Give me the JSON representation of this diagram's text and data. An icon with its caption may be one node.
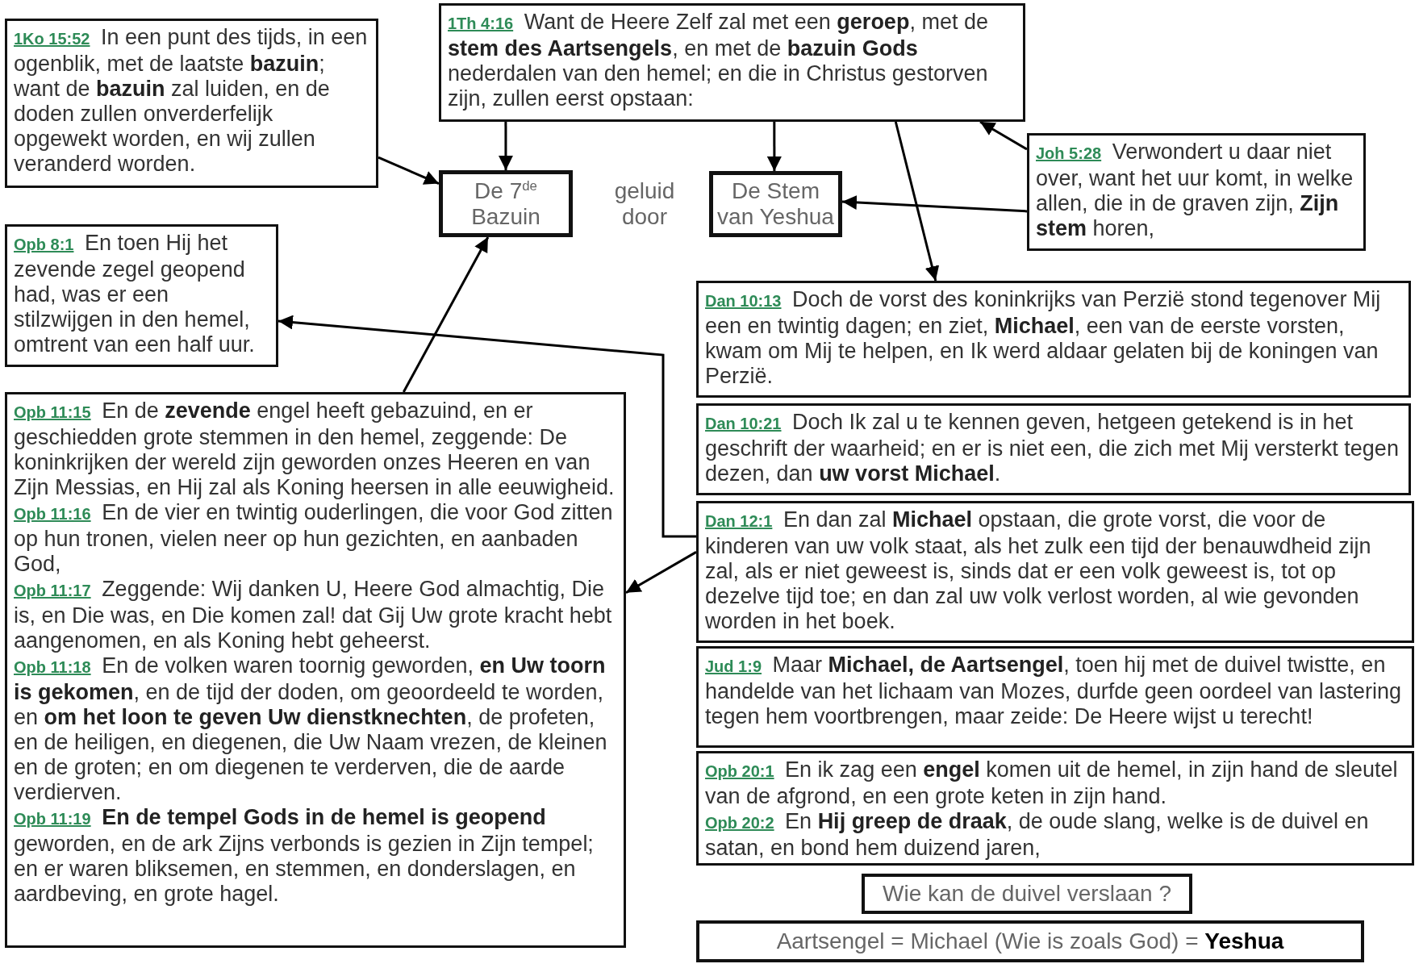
{
  "diagram": {
    "nodes": [
      {
        "text": [
          "1Ko 15:52",
          "In een punt des tijds, in een ogenblik, met de laatste **bazuin**; want de **bazuin** zal luiden, en de doden zullen onverderfelijk opgewekt worden, en wij zullen veranderd worden."
        ]
      },
      {
        "text": [
          "1Th 4:16",
          "Want de Heere Zelf zal met een **geroep**, met de **stem des Aartsengels**, en met de **bazuin Gods** nederdalen van den hemel; en die in Christus gestorven zijn, zullen eerst opstaan:"
        ]
      },
      {
        "text": [
          "De 7$^{de}$ Bazuin"
        ]
      },
      {
        "text": [
          "De Stem van Yeshua"
        ]
      },
      {
        "text": [
          "Joh 5:28",
          "Verwondert u daar niet over, want het uur komt, in welke allen, die in de graven zijn, **Zijn stem** horen,"
        ]
      },
      {
        "text": [
          "Opb 8:1",
          "En toen Hij het zevende zegel geopend had, was er een stilzwijgen in den hemel, omtrent van een half uur."
        ]
      },
      {
        "text": [
          "Dan 10:13",
          "Doch de vorst des koninkrijks van Perzië stond tegenover Mij een en twintig dagen; en ziet, **Michael**, een van de eerste vorsten, kwam om Mij te helpen, en Ik werd aldaar gelaten bij de koningen van Perzië."
        ]
      },
      {
        "text": [
          "Opb 11:15",
          "En de **zevende** engel heeft gebazuind, en er geschiedden grote stemmen in den hemel, zeggende: De koninkrijken der wereld zijn geworden onzes Heeren en van Zijn Messias, en Hij zal als Koning heersen in alle eeuwigheid.",
          "Opb 11:16",
          "En de vier en twintig ouderlingen, die voor God zitten op hun tronen, vielen neer op hun gezichten, en aanbaden God,",
          "Opb 11:17",
          "Zeggende: Wij danken U, Heere God almachtig, Die is, en Die was, en Die komen zal! dat Gij Uw grote kracht hebt aangenomen, en als Koning hebt geheerst.",
          "Opb 11:18",
          "En de volken waren toornig geworden, **en Uw toorn is gekomen**, en de tijd der doden, om geoordeeld te worden, en **om het loon te geven Uw dienstknechten**, de profeten, en de heiligen, en diegenen, die Uw Naam vrezen, de kleinen en de groten; en om diegenen te verderven, die de aarde verdierven.",
          "Opb 11:19",
          "**En de tempel Gods in de hemel is geopend** geworden, en de ark Zijns verbonds is gezien in Zijn tempel; en er waren bliksemen, en stemmen, en donderslagen, en aardbeving, en grote hagel."
        ]
      },
      {
        "text": [
          "Dan 10:21",
          "Doch Ik zal u te kennen geven, hetgeen getekend is in het geschrift der waarheid; en er is niet een, die zich met Mij versterkt tegen dezen, dan **uw vorst Michael**."
        ]
      },
      {
        "text": [
          "Dan 12:1",
          "En dan zal **Michael** opstaan, die grote vorst, die voor de kinderen van uw volk staat, als het zulk een tijd der benauwdheid zijn zal, als er niet geweest is, sinds dat er een volk geweest is, tot op dezelve tijd toe; en dan zal uw volk verlost worden, al wie gevonden worden in het boek."
        ]
      },
      {
        "text": [
          "Jud 1:9",
          "Maar **Michael, de Aartsengel**, toen hij met de duivel twistte, en handelde van het lichaam van Mozes, durfde geen oordeel van lastering tegen hem voortbrengen, maar zeide: De Heere wijst u terecht!"
        ]
      },
      {
        "text": [
          "Opb 20:1",
          "En ik zag een **engel** komen uit de hemel, in zijn hand de sleutel van de afgrond, en een grote keten in zijn hand.",
          "Opb 20:2",
          "En **Hij greep de draak**, de oude slang, welke is de duivel en satan, en bond hem duizend jaren,"
        ]
      },
      {
        "text": [
          "Wie kan de duivel verslaan ?"
        ]
      },
      {
        "text": [
          "Aartsengel = Michael (Wie is zoals God) = **Yeshua**"
        ]
      }
    ],
    "edges": [
      {
        "from": 0,
        "to": 2,
        "arrow": "to"
      },
      {
        "from": 1,
        "to": 2,
        "arrow": "to"
      },
      {
        "from": 1,
        "to": 3,
        "arrow": "to"
      },
      {
        "from": 1,
        "to": 6,
        "arrow": "to"
      },
      {
        "from": 4,
        "to": 1,
        "arrow": "to"
      },
      {
        "from": 4,
        "to": 3,
        "arrow": "to"
      },
      {
        "from": 7,
        "to": 2,
        "arrow": "to"
      },
      {
        "from": 9,
        "to": 5,
        "arrow": "to"
      },
      {
        "from": 9,
        "to": 7,
        "arrow": "to"
      }
    ],
    "labels": [
      "geluid door"
    ]
  }
}
